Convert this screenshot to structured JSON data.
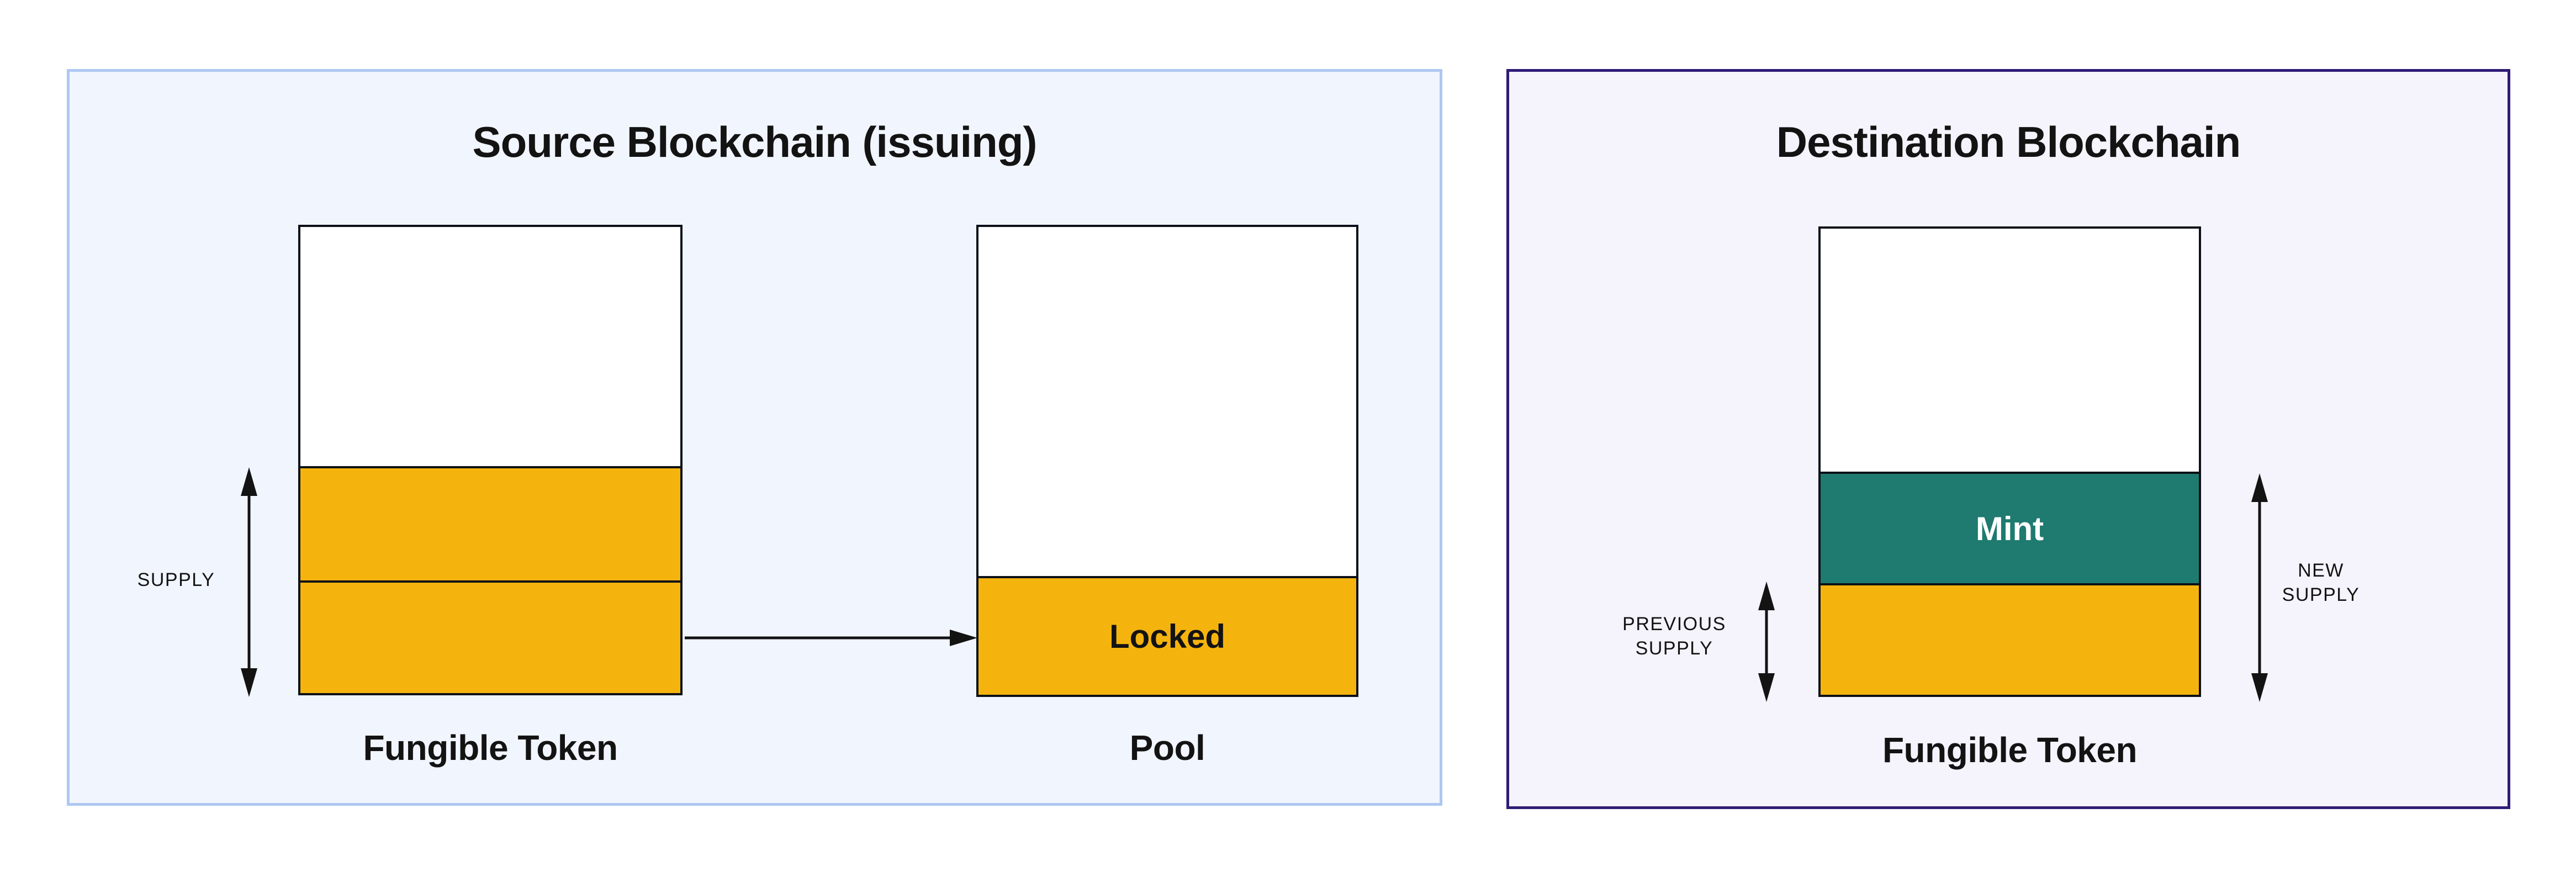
{
  "diagram": {
    "source_panel": {
      "title": "Source Blockchain (issuing)",
      "supply_label": "SUPPLY",
      "locked_label": "Locked",
      "token_caption": "Fungible Token",
      "pool_caption": "Pool"
    },
    "destination_panel": {
      "title": "Destination Blockchain",
      "previous_supply_label": "PREVIOUS\nSUPPLY",
      "new_supply_label": "NEW\nSUPPLY",
      "mint_label": "Mint",
      "token_caption": "Fungible Token"
    },
    "colors": {
      "token_fill": "#F5B40D",
      "mint_fill": "#1F7A70",
      "box_outline": "#0D1117",
      "source_panel_bg": "#F1F5FD",
      "source_panel_border": "#AEC7F2",
      "destination_panel_bg": "#F5F3FB",
      "destination_panel_border": "#2F1B76",
      "text": "#131313",
      "mint_text": "#FFFFFF"
    },
    "icons": {
      "supply_arrow": "double-headed-vertical-arrow",
      "transfer_arrow": "right-arrow",
      "previous_supply_arrow": "double-headed-vertical-arrow",
      "new_supply_arrow": "double-headed-vertical-arrow"
    }
  }
}
